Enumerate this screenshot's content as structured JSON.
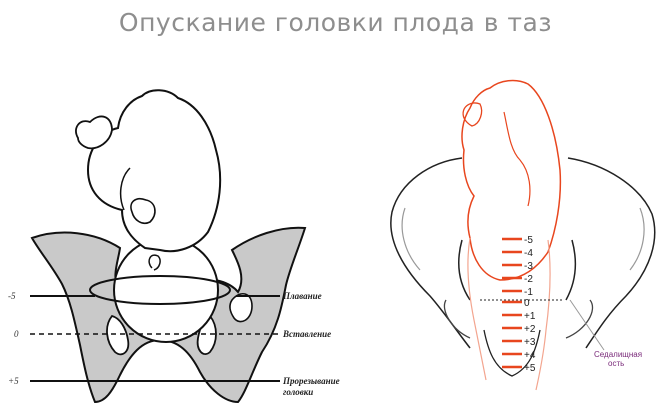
{
  "title": "Опускание головки плода в таз",
  "left_diagram": {
    "levels": [
      {
        "mark": "-5",
        "label_line1": "Плавание",
        "label_line2": "",
        "style": "solid"
      },
      {
        "mark": "0",
        "label_line1": "Вставление",
        "label_line2": "",
        "style": "dashed"
      },
      {
        "mark": "+5",
        "label_line1": "Прорезывание",
        "label_line2": "головки",
        "style": "solid"
      }
    ],
    "colors": {
      "pelvis_fill": "#c9c9c9",
      "outline": "#111111"
    }
  },
  "right_diagram": {
    "station_labels": [
      "-5",
      "-4",
      "-3",
      "-2",
      "-1",
      "0",
      "+1",
      "+2",
      "+3",
      "+4",
      "+5"
    ],
    "annotation_line1": "Седалищная",
    "annotation_line2": "ость",
    "colors": {
      "fetus": "#e8461e",
      "stations": "#e8461e",
      "pelvis": "#222222",
      "annotation": "#7a2a7a"
    }
  }
}
